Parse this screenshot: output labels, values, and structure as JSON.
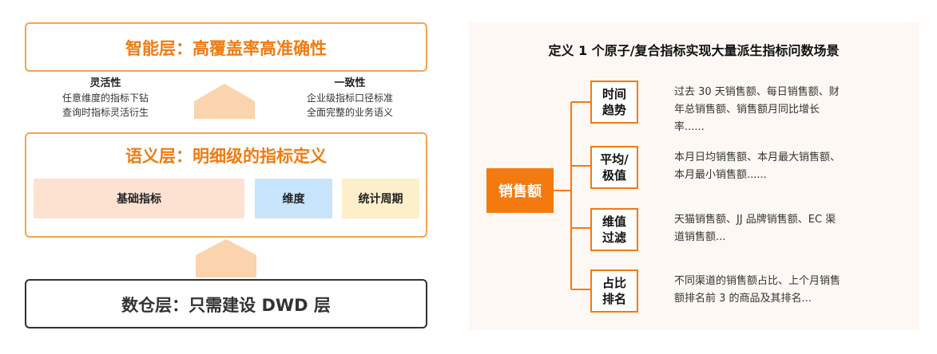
{
  "left": {
    "smart_layer": {
      "title": "智能层：高覆盖率高准确性"
    },
    "flexibility": {
      "title": "灵活性",
      "lines": [
        "任意维度的指标下钻",
        "查询时指标灵活衍生"
      ]
    },
    "consistency": {
      "title": "一致性",
      "lines": [
        "企业级指标口径标准",
        "全面完整的业务语义"
      ]
    },
    "semantic_layer": {
      "title": "语义层：明细级的指标定义",
      "chips": [
        "基础指标",
        "维度",
        "统计周期"
      ]
    },
    "warehouse_layer": {
      "title": "数仓层：只需建设 DWD 层"
    }
  },
  "right": {
    "title": "定义 1 个原子/复合指标实现大量派生指标问数场景",
    "root": "销售额",
    "branches": [
      {
        "label_lines": [
          "时间",
          "趋势"
        ],
        "desc_lines": [
          "过去 30 天销售额、每日销售额、财",
          "年总销售额、销售额月同比增长",
          "率......"
        ]
      },
      {
        "label_lines": [
          "平均/",
          "极值"
        ],
        "desc_lines": [
          "本月日均销售额、本月最大销售额、",
          "本月最小销售额......"
        ]
      },
      {
        "label_lines": [
          "维值",
          "过滤"
        ],
        "desc_lines": [
          "天猫销售额、JJ 品牌销售额、EC 渠",
          "道销售额..."
        ]
      },
      {
        "label_lines": [
          "占比",
          "排名"
        ],
        "desc_lines": [
          "不同渠道的销售额占比、上个月销售",
          "额排名前 3 的商品及其排名..."
        ]
      }
    ]
  },
  "colors": {
    "accent": "#f47a0f",
    "border_orange": "#f6a350",
    "arrow_fill": "#fbd3ad",
    "panel_bg": "#fdf8f3"
  }
}
